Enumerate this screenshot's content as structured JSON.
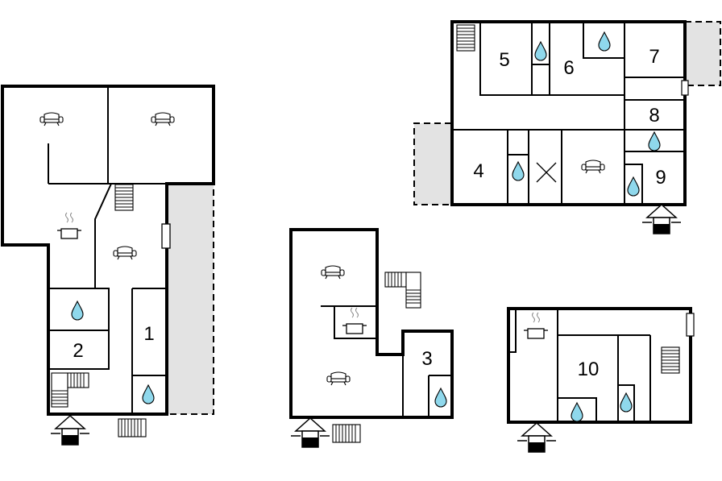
{
  "colors": {
    "wall": "#000000",
    "terrace": "#e3e3e3",
    "water_drop": "#8fd8ec",
    "background": "#ffffff"
  },
  "rooms": [
    {
      "label": "1"
    },
    {
      "label": "2"
    },
    {
      "label": "3"
    },
    {
      "label": "4"
    },
    {
      "label": "5"
    },
    {
      "label": "6"
    },
    {
      "label": "7"
    },
    {
      "label": "8"
    },
    {
      "label": "9"
    },
    {
      "label": "10"
    }
  ],
  "icons": [
    "sofa-icon",
    "stairs-icon",
    "cooking-pot-icon",
    "water-drop-icon",
    "entrance-icon",
    "radiator-icon",
    "window-icon",
    "cross-icon"
  ]
}
